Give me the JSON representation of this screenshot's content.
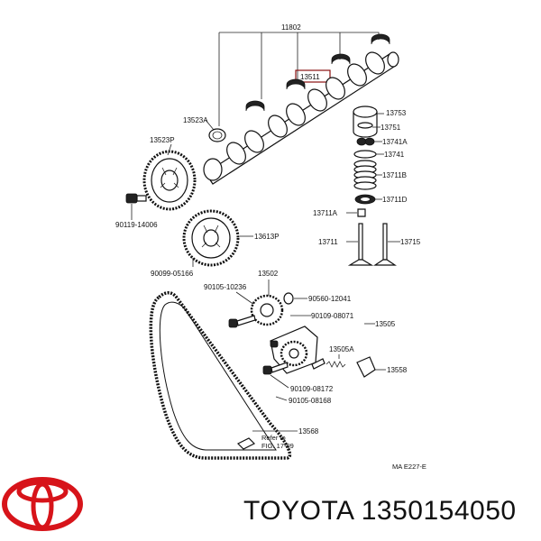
{
  "diagram": {
    "labels": {
      "camshaft_bearing_set": "11802",
      "camshaft": "13511",
      "camshaft_oil_seal": "13523A",
      "camshaft_timing_pulley": "13523P",
      "pulley_bolt": "90119-14006",
      "crankshaft_timing_pulley": "13613P",
      "crank_pulley_washer": "90099-05166",
      "valve_lifter": "13753",
      "valve_shim": "13751",
      "valve_keeper": "13741A",
      "valve_retainer": "13741",
      "valve_spring": "13711B",
      "spring_seat": "13711D",
      "valve_stem_seal": "13711A",
      "intake_valve": "13711",
      "exhaust_valve": "13715",
      "idler_pulley": "13502",
      "idler_bolt": "90105-10236",
      "idler_washer": "90560-12041",
      "tensioner_bolt": "90109-08071",
      "tensioner_assembly": "13505",
      "tensioner_spring": "13505A",
      "tensioner_bracket": "13558",
      "bracket_bolt": "90109-08172",
      "mount_bolt": "90105-08168",
      "timing_belt": "13568",
      "refer_to_line1": "Refer to",
      "refer_to_line2": "FIG. 17-09",
      "diagram_code": "MA E227-E"
    }
  },
  "footer": {
    "brand_text": "TOYOTA 1350154050",
    "logo_color": "#d7141a"
  }
}
